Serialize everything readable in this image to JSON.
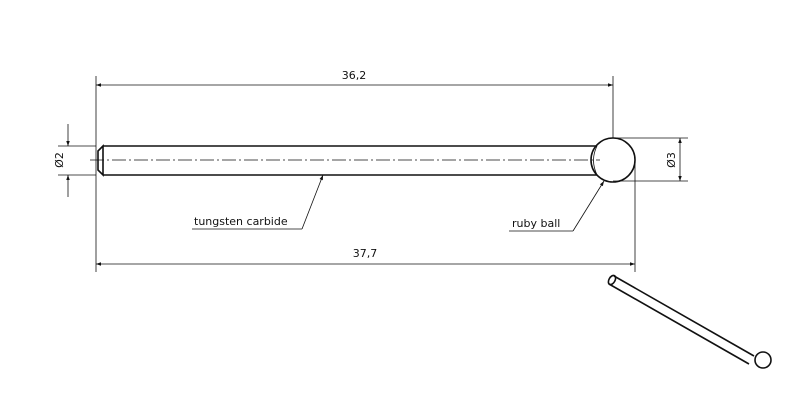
{
  "dimensions": {
    "shaft_length": "36,2",
    "overall_length": "37,7",
    "shaft_diameter": "Ø2",
    "ball_diameter": "Ø3"
  },
  "labels": {
    "shaft_material": "tungsten carbide",
    "tip_material": "ruby ball"
  }
}
